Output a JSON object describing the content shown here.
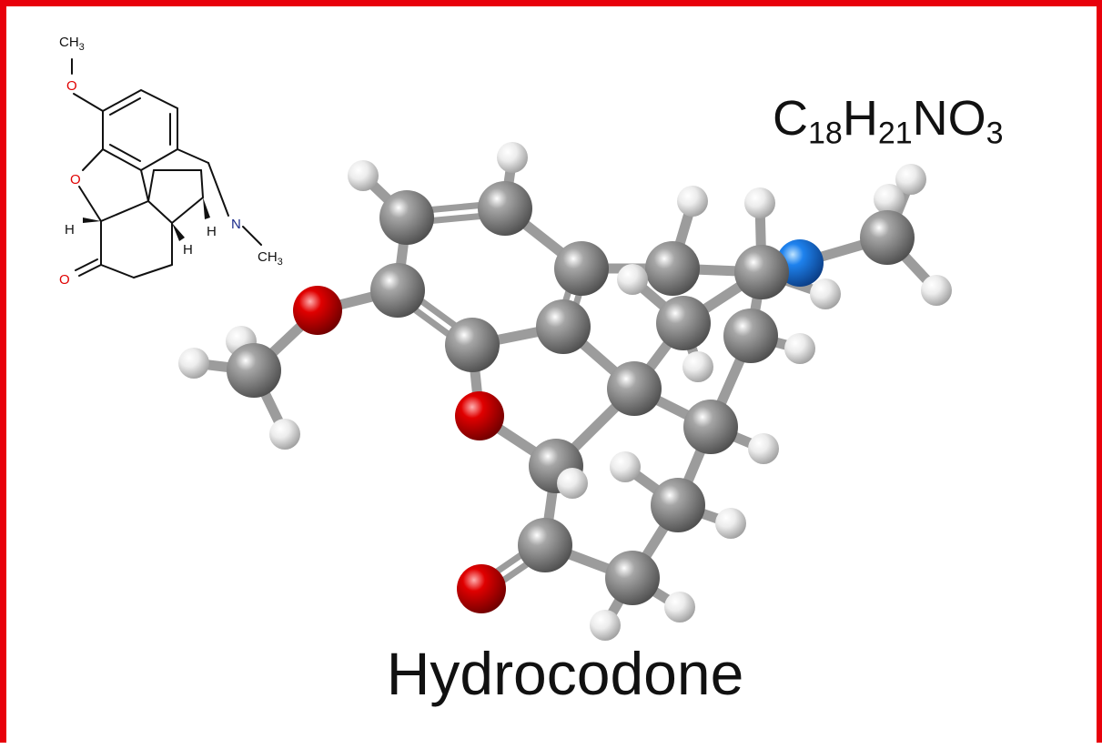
{
  "compound_name": "Hydrocodone",
  "formula": {
    "parts": [
      {
        "sym": "C",
        "sub": "18"
      },
      {
        "sym": "H",
        "sub": "21"
      },
      {
        "sym": "N",
        "sub": ""
      },
      {
        "sym": "O",
        "sub": "3"
      }
    ]
  },
  "structure_labels": {
    "methyl_top": "CH",
    "methyl_top_sub": "3",
    "oxygen_methoxy": "O",
    "oxygen_ring": "O",
    "oxygen_ketone": "O",
    "nitrogen": "N",
    "methyl_n": "CH",
    "methyl_n_sub": "3",
    "hydrogen_a": "H",
    "hydrogen_b": "H",
    "hydrogen_c": "H"
  },
  "colors": {
    "border": "#e8000b",
    "carbon": "#8c8c8c",
    "hydrogen": "#e8e8e8",
    "oxygen": "#e00000",
    "nitrogen": "#1e78e6",
    "bond": "#a0a0a0"
  }
}
